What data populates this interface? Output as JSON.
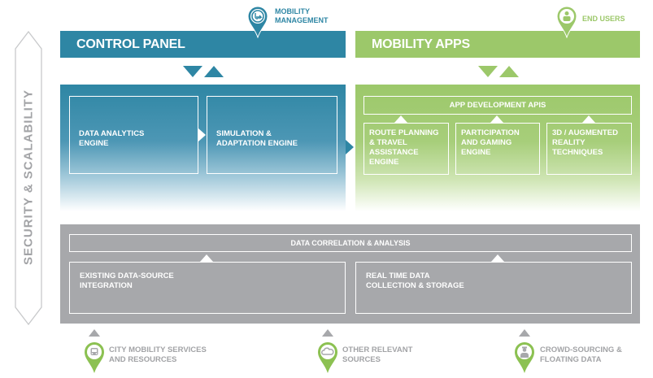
{
  "side": {
    "label": "SECURITY & SCALABILITY"
  },
  "colors": {
    "blue": "#2e86a4",
    "green": "#9cc86a",
    "gray": "#a7a8ab",
    "label_gray": "#a2a3a6"
  },
  "top_pins": {
    "mobility_management": {
      "icon": "route-icon",
      "line1": "MOBILITY",
      "line2": "MANAGEMENT"
    },
    "end_users": {
      "icon": "user-icon",
      "label": "END USERS"
    }
  },
  "control_panel": {
    "title": "CONTROL PANEL",
    "boxes": [
      {
        "line1": "DATA ANALYTICS",
        "line2": "ENGINE"
      },
      {
        "line1": "SIMULATION &",
        "line2": "ADAPTATION ENGINE"
      }
    ]
  },
  "mobility_apps": {
    "title": "MOBILITY APPS",
    "api_bar": "APP DEVELOPMENT APIS",
    "boxes": [
      {
        "lines": [
          "ROUTE PLANNING",
          "& TRAVEL",
          "ASSISTANCE",
          "ENGINE"
        ]
      },
      {
        "lines": [
          "PARTICIPATION",
          "AND GAMING",
          "ENGINE"
        ]
      },
      {
        "lines": [
          "3D / AUGMENTED",
          "REALITY",
          "TECHNIQUES"
        ]
      }
    ]
  },
  "data_layer": {
    "bar": "DATA CORRELATION & ANALYSIS",
    "boxes": [
      {
        "line1": "EXISTING DATA-SOURCE",
        "line2": "INTEGRATION"
      },
      {
        "line1": "REAL TIME DATA",
        "line2": "COLLECTION & STORAGE"
      }
    ]
  },
  "sources": [
    {
      "icon": "bus-icon",
      "line1": "CITY MOBILITY SERVICES",
      "line2": "AND RESOURCES"
    },
    {
      "icon": "cloud-icon",
      "line1": "OTHER RELEVANT",
      "line2": "SOURCES"
    },
    {
      "icon": "person-icon",
      "line1": "CROWD-SOURCING &",
      "line2": "FLOATING DATA"
    }
  ]
}
